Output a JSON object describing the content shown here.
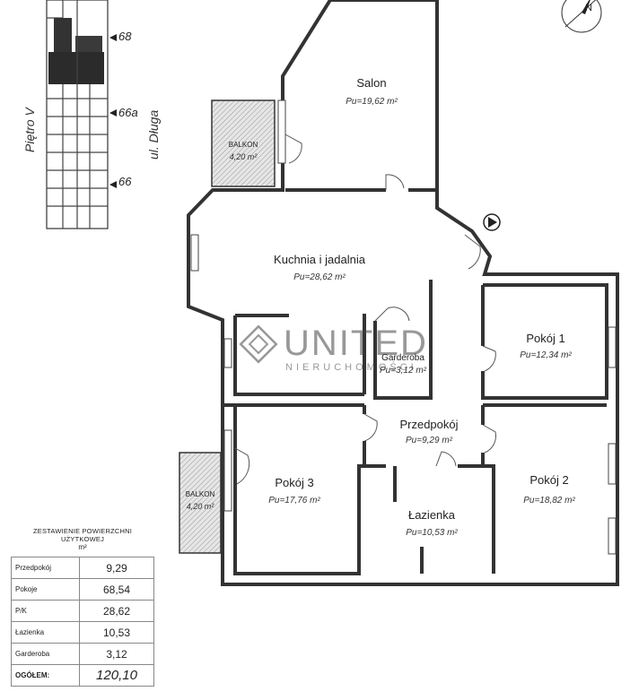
{
  "building": {
    "floor_label": "Piętro V",
    "street_label": "ul. Długa",
    "numbers": [
      "68",
      "66a",
      "66"
    ]
  },
  "rooms": {
    "salon": {
      "name": "Salon",
      "area": "Pu=19,62 m²"
    },
    "kuchnia": {
      "name": "Kuchnia i jadalnia",
      "area": "Pu=28,62 m²"
    },
    "garderoba": {
      "name": "Garderoba",
      "area": "Pu=3,12 m²"
    },
    "pokoj1": {
      "name": "Pokój 1",
      "area": "Pu=12,34 m²"
    },
    "przedpokoj": {
      "name": "Przedpokój",
      "area": "Pu=9,29 m²"
    },
    "pokoj2": {
      "name": "Pokój 2",
      "area": "Pu=18,82 m²"
    },
    "pokoj3": {
      "name": "Pokój 3",
      "area": "Pu=17,76 m²"
    },
    "lazienka": {
      "name": "Łazienka",
      "area": "Pu=10,53 m²"
    },
    "balkon1": {
      "name": "BALKON",
      "area": "4,20 m²"
    },
    "balkon2": {
      "name": "BALKON",
      "area": "4,20 m²"
    }
  },
  "watermark": {
    "brand": "UNITED",
    "sub": "NIERUCHOMOŚCI"
  },
  "compass": {
    "label": "N"
  },
  "summary": {
    "title": "ZESTAWIENIE POWIERZCHNI UŻYTKOWEJ",
    "unit": "m²",
    "rows": [
      {
        "label": "Przedpokój",
        "value": "9,29"
      },
      {
        "label": "Pokoje",
        "value": "68,54"
      },
      {
        "label": "P/K",
        "value": "28,62"
      },
      {
        "label": "Łazienka",
        "value": "10,53"
      },
      {
        "label": "Garderoba",
        "value": "3,12"
      }
    ],
    "total": {
      "label": "OGÓŁEM:",
      "value": "120,10"
    }
  }
}
